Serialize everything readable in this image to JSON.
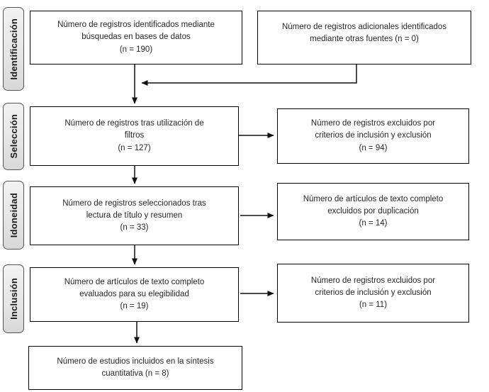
{
  "diagram_title": "PRISMA flow diagram (Spanish)",
  "stages": [
    {
      "label": "Identificación"
    },
    {
      "label": "Selección"
    },
    {
      "label": "Idoneidad"
    },
    {
      "label": "Inclusión"
    }
  ],
  "boxes": {
    "identified": {
      "n": 190,
      "lines": [
        "Número de registros identificados mediante",
        "búsquedas en bases de datos",
        "(n = 190)"
      ]
    },
    "additional": {
      "n": 0,
      "lines": [
        "Número de registros adicionales identificados",
        "mediante otras fuentes (n = 0)"
      ]
    },
    "filtered": {
      "n": 127,
      "lines": [
        "Número de registros tras utilización de",
        "filtros",
        "(n = 127)"
      ]
    },
    "excluded_criteria_1": {
      "n": 94,
      "lines": [
        "Número de registros excluidos por",
        "criterios de inclusión y exclusión",
        "(n = 94)"
      ]
    },
    "screened": {
      "n": 33,
      "lines": [
        "Número de registros seleccionados tras",
        "lectura de título y resumen",
        "(n = 33)"
      ]
    },
    "excluded_duplicates": {
      "n": 14,
      "lines": [
        "Número de artículos de texto completo",
        "excluidos por duplicación",
        "(n = 14)"
      ]
    },
    "fulltext": {
      "n": 19,
      "lines": [
        "Número de artículos de texto completo",
        "evaluados para su elegibilidad",
        "(n = 19)"
      ]
    },
    "excluded_criteria_2": {
      "n": 11,
      "lines": [
        "Número de registros excluidos por",
        "criterios de inclusión y exclusión",
        "(n = 11)"
      ]
    },
    "included": {
      "n": 8,
      "lines": [
        "Número de estudios incluidos en la síntesis",
        "cuantitativa (n = 8)"
      ]
    }
  },
  "colors": {
    "box_border": "#000000",
    "tab_border": "#545454",
    "tab_fill": "#e6e6e6",
    "arrow": "#111111",
    "text": "#262626"
  }
}
